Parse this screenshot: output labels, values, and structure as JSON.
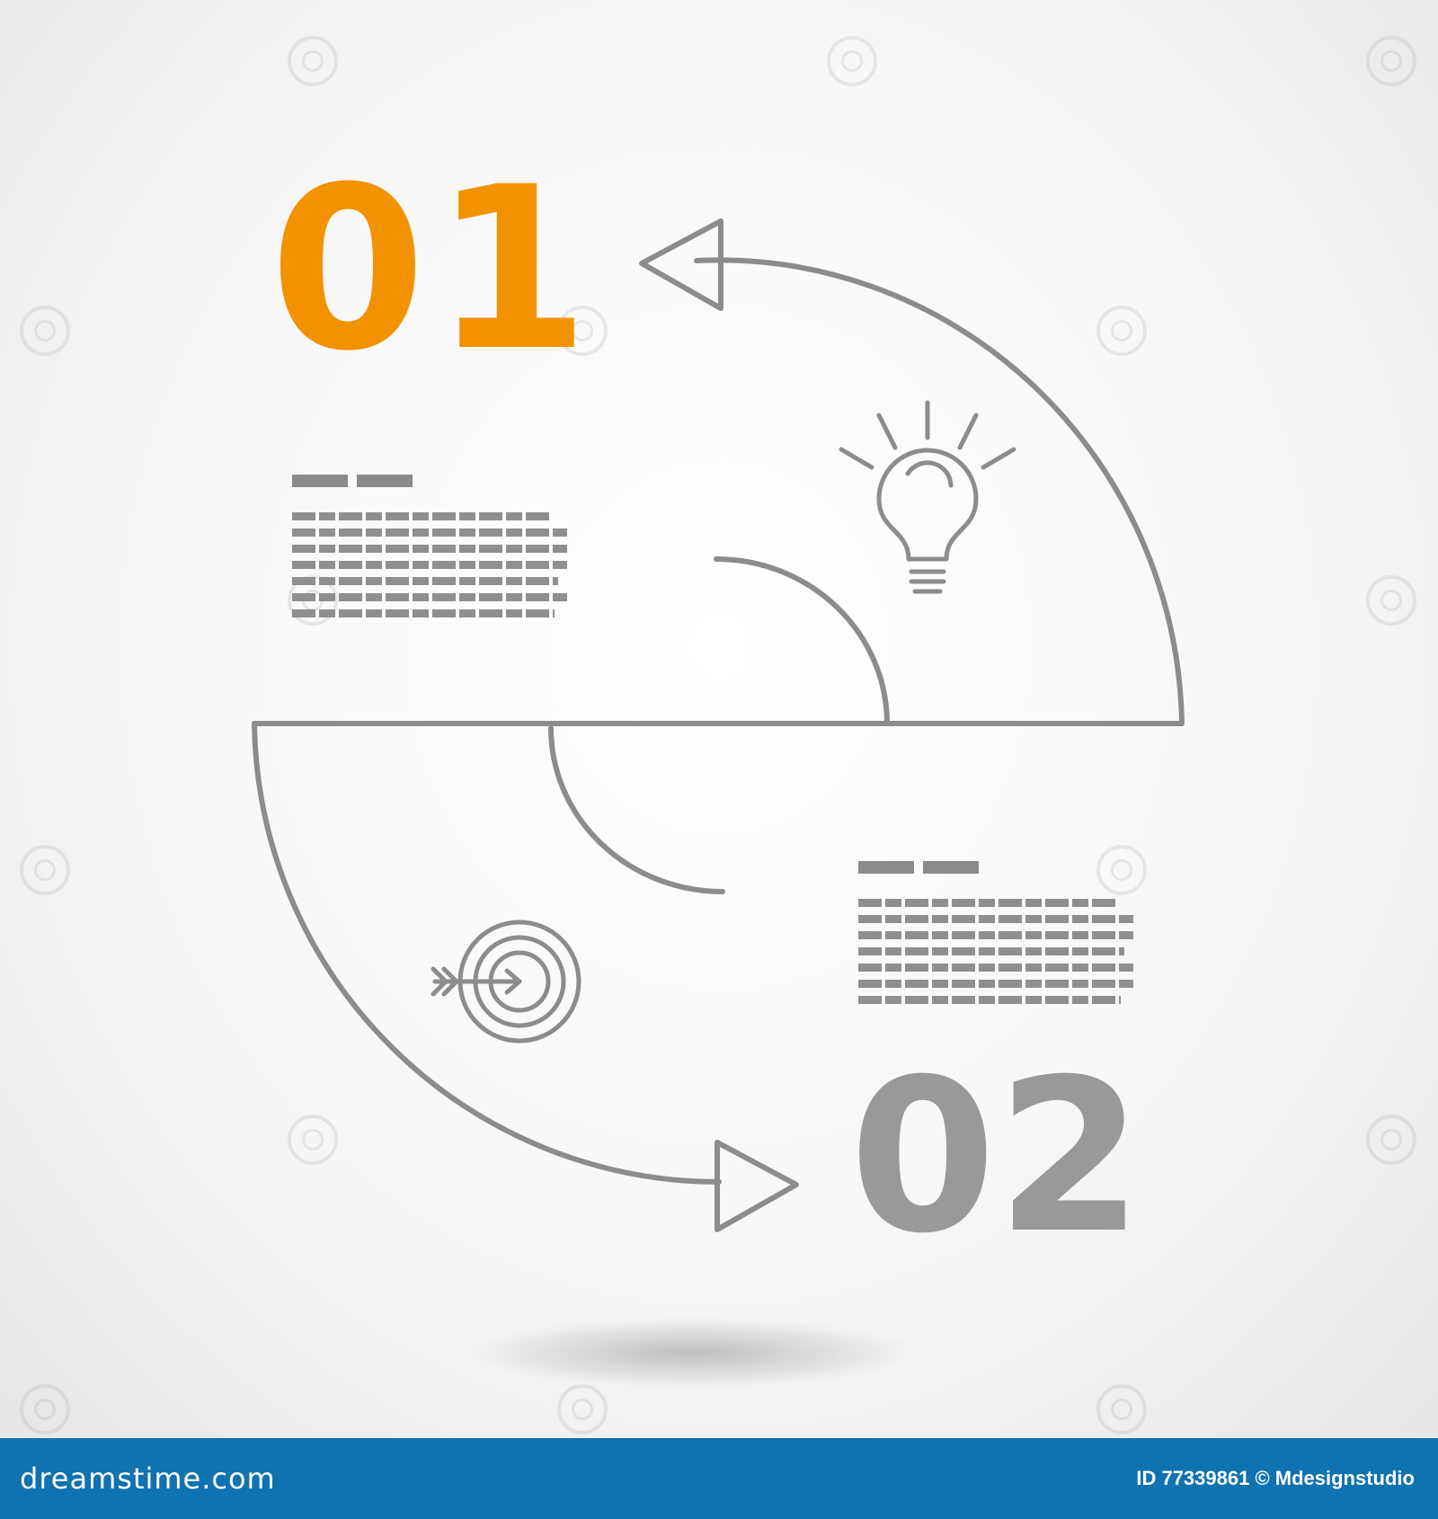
{
  "steps": [
    {
      "number": "01",
      "icon": "lightbulb-icon"
    },
    {
      "number": "02",
      "icon": "target-arrow-icon"
    }
  ],
  "colors": {
    "accent": "#f39200",
    "stroke": "#8c8c8c",
    "secondary_number": "#999999",
    "footer_bg": "#1072b0"
  },
  "footer": {
    "site": "dreamstime.com",
    "credit": "ID 77339861 © Mdesignstudio"
  }
}
